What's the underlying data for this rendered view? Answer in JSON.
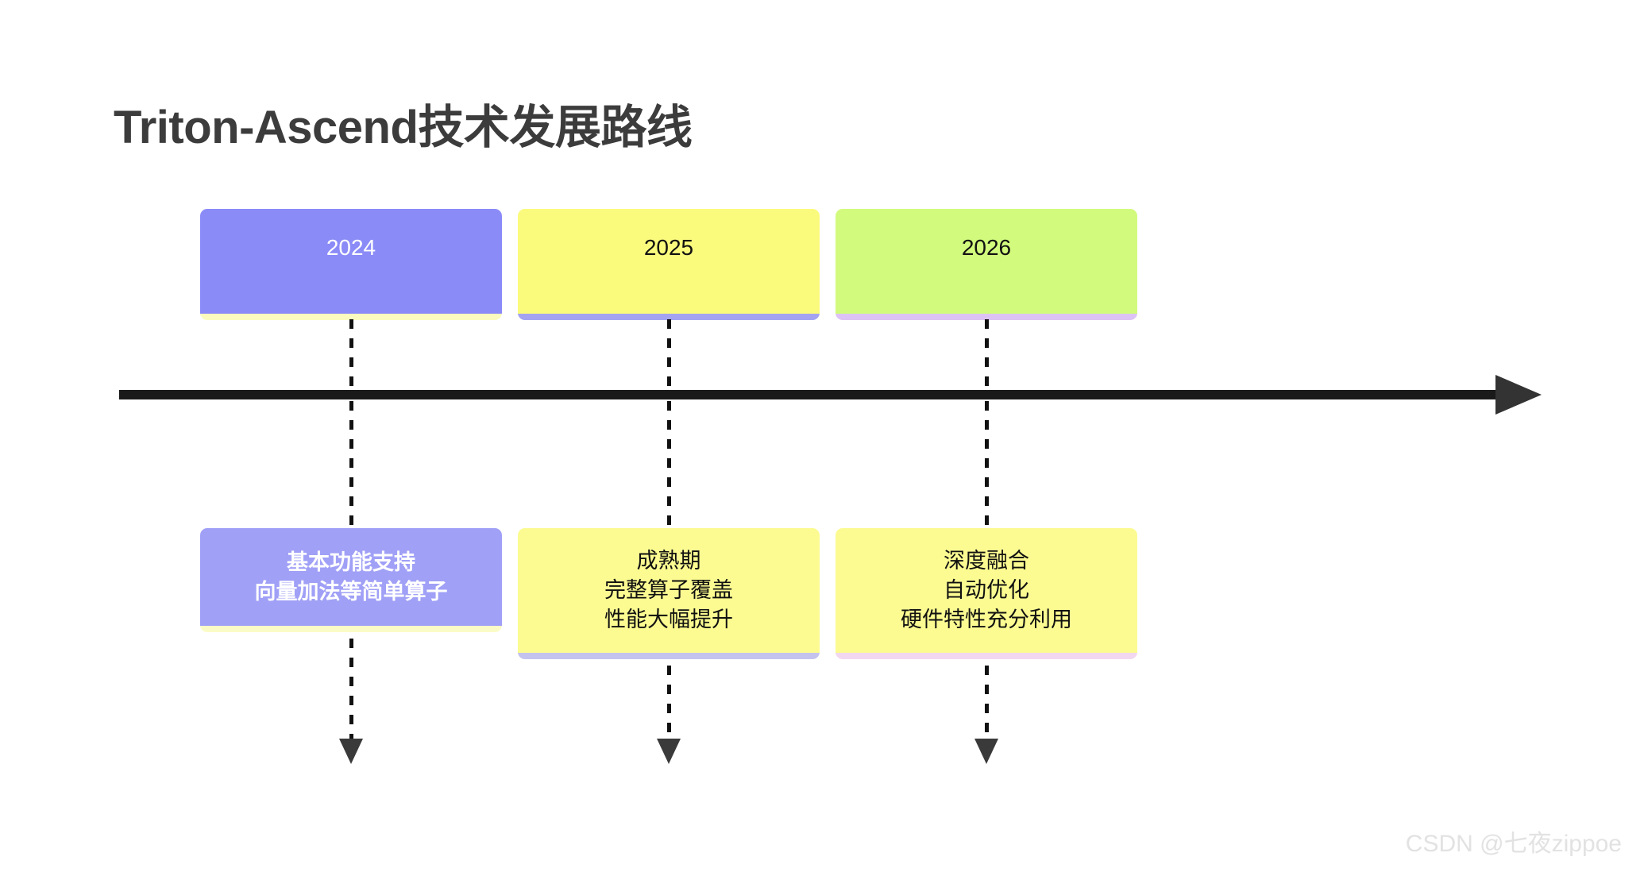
{
  "page": {
    "title": "Triton-Ascend技术发展路线",
    "background_color": "#ffffff",
    "title_color": "#3c3c3c"
  },
  "timeline": {
    "axis_color": "#1a1a1a",
    "arrow_color": "#333333",
    "connector_color": "#111111",
    "connector_style": "dashed"
  },
  "milestones": [
    {
      "year": "2024",
      "year_card": {
        "fill": "#8b8bf8",
        "text_color": "#ffffff",
        "accent_strip": "#fbfbc0"
      },
      "description": "基本功能支持\n向量加法等简单算子",
      "description_card": {
        "fill": "#a0a0f7",
        "text_color": "#ffffff",
        "accent_strip": "#fbfbc8",
        "bold": true
      }
    },
    {
      "year": "2025",
      "year_card": {
        "fill": "#fafa7d",
        "text_color": "#111111",
        "accent_strip": "#a3a3f2"
      },
      "description": "成熟期\n完整算子覆盖\n性能大幅提升",
      "description_card": {
        "fill": "#fbfb92",
        "text_color": "#111111",
        "accent_strip": "#c3c3ee",
        "bold": false
      }
    },
    {
      "year": "2026",
      "year_card": {
        "fill": "#d2fa7d",
        "text_color": "#111111",
        "accent_strip": "#ddc3f5"
      },
      "description": "深度融合\n自动优化\n硬件特性充分利用",
      "description_card": {
        "fill": "#fbfb92",
        "text_color": "#111111",
        "accent_strip": "#f2d7f0",
        "bold": false
      }
    }
  ],
  "watermark": {
    "text": "CSDN @七夜zippoe",
    "color": "#e2e2e2"
  }
}
